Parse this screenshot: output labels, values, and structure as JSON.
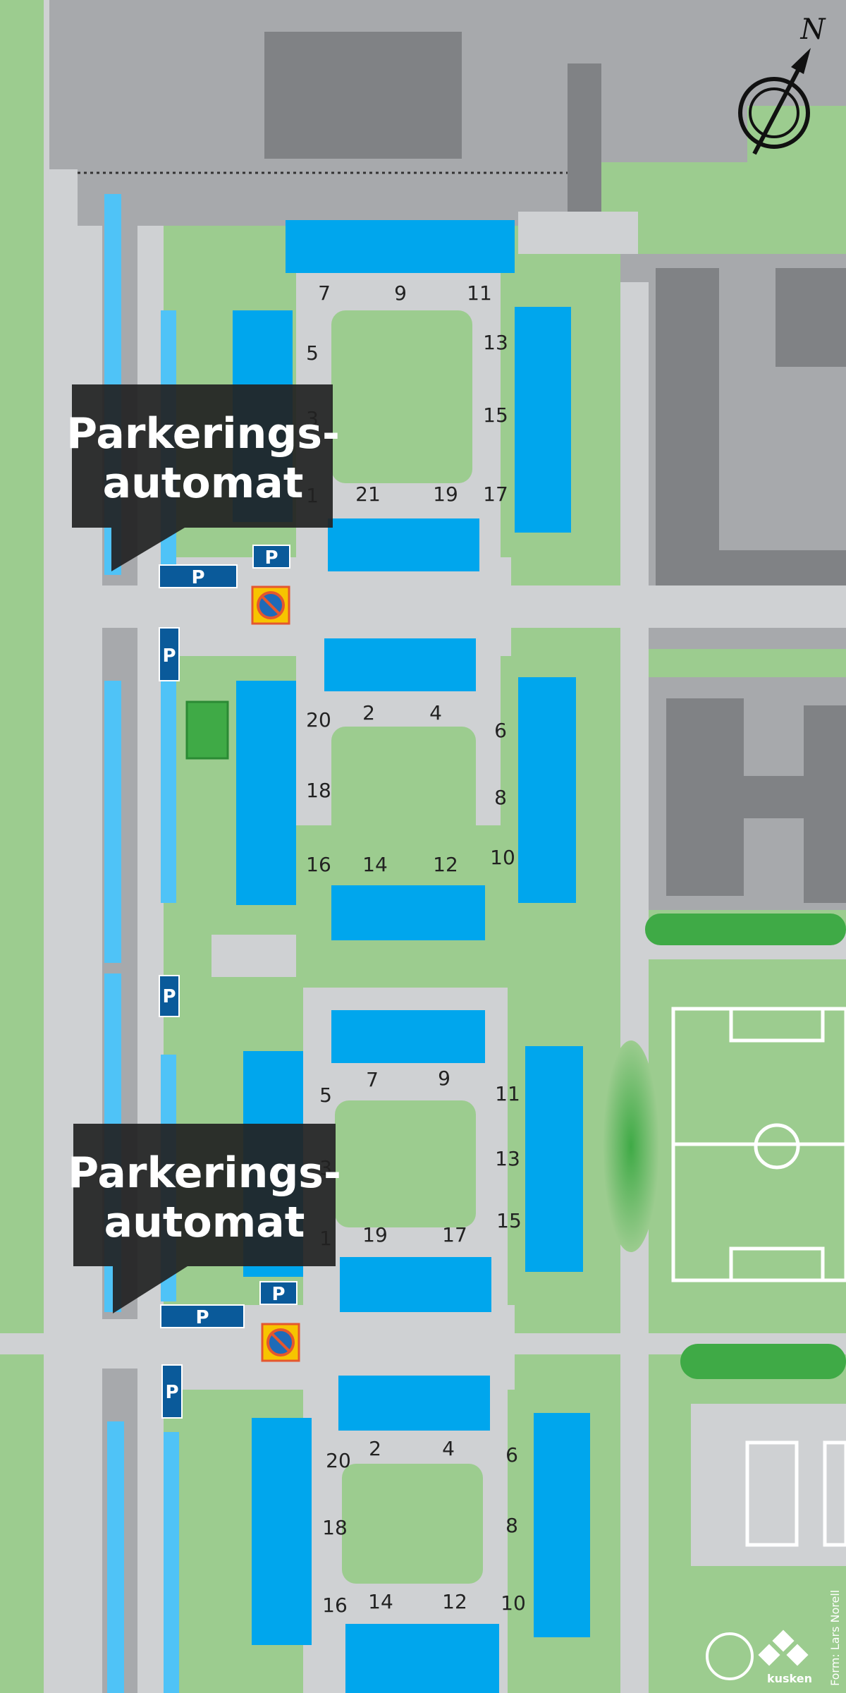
{
  "map": {
    "callout_label_line1": "Parkerings-",
    "callout_label_line2": "automat",
    "parking_symbol": "P",
    "compass_letter": "N",
    "logo_text_kusken": "kusken",
    "credit": "Form: Lars Norell",
    "house_numbers_block1": [
      "7",
      "9",
      "11",
      "5",
      "3",
      "1",
      "13",
      "15",
      "17",
      "21",
      "19"
    ],
    "house_numbers_block2": [
      "2",
      "4",
      "6",
      "8",
      "10",
      "20",
      "18",
      "16",
      "14",
      "12"
    ],
    "house_numbers_block3": [
      "7",
      "9",
      "11",
      "5",
      "3",
      "1",
      "13",
      "15",
      "19",
      "17"
    ],
    "house_numbers_block4": [
      "2",
      "4",
      "6",
      "8",
      "10",
      "20",
      "18",
      "16",
      "14",
      "12"
    ]
  }
}
